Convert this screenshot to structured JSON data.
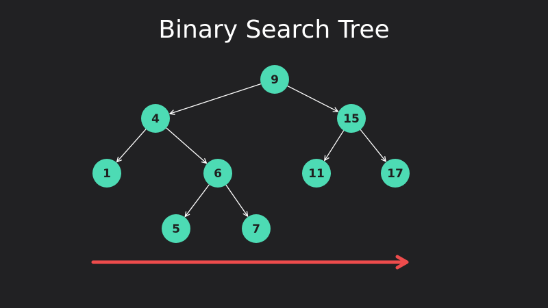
{
  "title": "Binary Search Tree",
  "colors": {
    "background": "#212123",
    "node_fill": "#4ddbb4",
    "node_text": "#1f1f1f",
    "edge": "#ffffff",
    "arrow": "#ee4c4c",
    "title_text": "#ffffff"
  },
  "nodes": [
    {
      "id": "n9",
      "label": "9"
    },
    {
      "id": "n4",
      "label": "4"
    },
    {
      "id": "n15",
      "label": "15"
    },
    {
      "id": "n1",
      "label": "1"
    },
    {
      "id": "n6",
      "label": "6"
    },
    {
      "id": "n11",
      "label": "11"
    },
    {
      "id": "n17",
      "label": "17"
    },
    {
      "id": "n5",
      "label": "5"
    },
    {
      "id": "n7",
      "label": "7"
    }
  ],
  "edges": [
    {
      "from": "n9",
      "to": "n4"
    },
    {
      "from": "n9",
      "to": "n15"
    },
    {
      "from": "n4",
      "to": "n1"
    },
    {
      "from": "n4",
      "to": "n6"
    },
    {
      "from": "n6",
      "to": "n5"
    },
    {
      "from": "n6",
      "to": "n7"
    },
    {
      "from": "n15",
      "to": "n11"
    },
    {
      "from": "n15",
      "to": "n17"
    }
  ]
}
